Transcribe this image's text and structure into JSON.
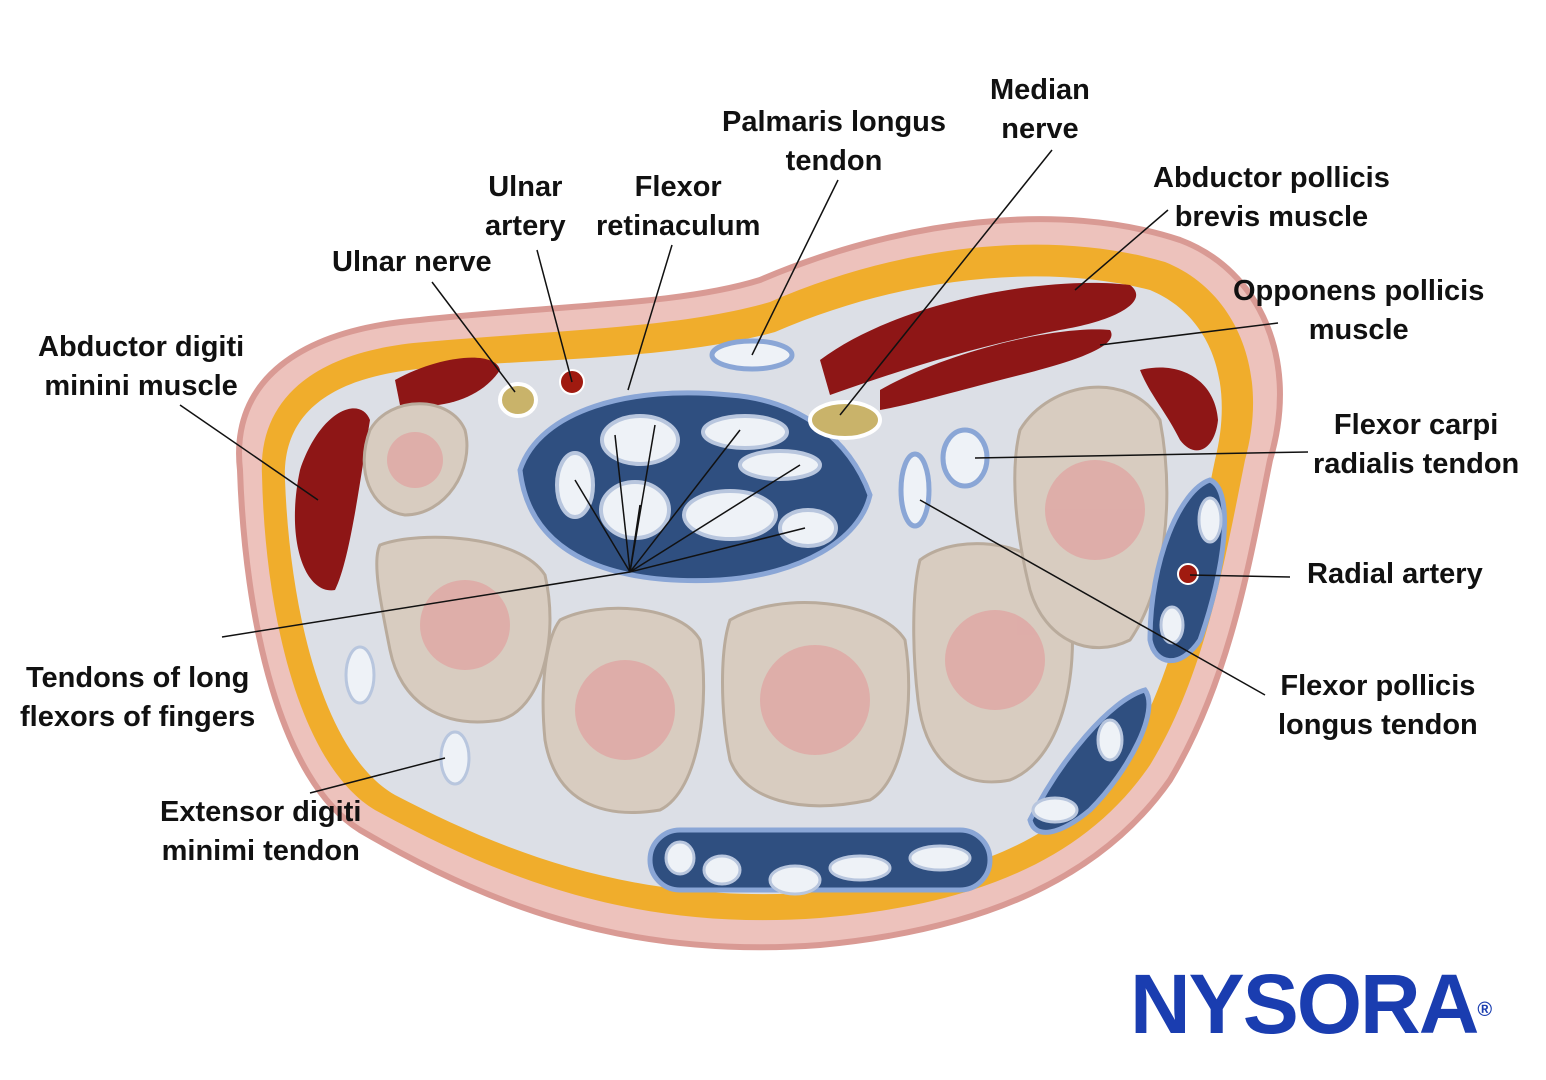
{
  "labels": {
    "median_nerve": [
      "Median",
      "nerve"
    ],
    "palmaris_longus": [
      "Palmaris longus",
      "tendon"
    ],
    "ulnar_artery": [
      "Ulnar",
      "artery"
    ],
    "flexor_retinaculum": [
      "Flexor",
      "retinaculum"
    ],
    "ulnar_nerve": [
      "Ulnar nerve"
    ],
    "abductor_digiti": [
      "Abductor digiti",
      "minini muscle"
    ],
    "abductor_pollicis": [
      "Abductor pollicis",
      "brevis muscle"
    ],
    "opponens": [
      "Opponens pollicis",
      "muscle"
    ],
    "fcr": [
      "Flexor carpi",
      "radialis tendon"
    ],
    "radial_artery": [
      "Radial artery"
    ],
    "fpl": [
      "Flexor pollicis",
      "longus tendon"
    ],
    "long_flexors": [
      "Tendons of long",
      "flexors of fingers"
    ],
    "extensor_digiti": [
      "Extensor digiti",
      "minimi tendon"
    ]
  },
  "logo": {
    "text": "NYSORA",
    "mark": "®"
  },
  "colors": {
    "logo": "#1a3db0",
    "skin": "#e9b3ae",
    "fat": "#f2b02a",
    "bone": "#d9ccbf",
    "muscle": "#8e1616",
    "sheath": "#3a5d8f"
  }
}
